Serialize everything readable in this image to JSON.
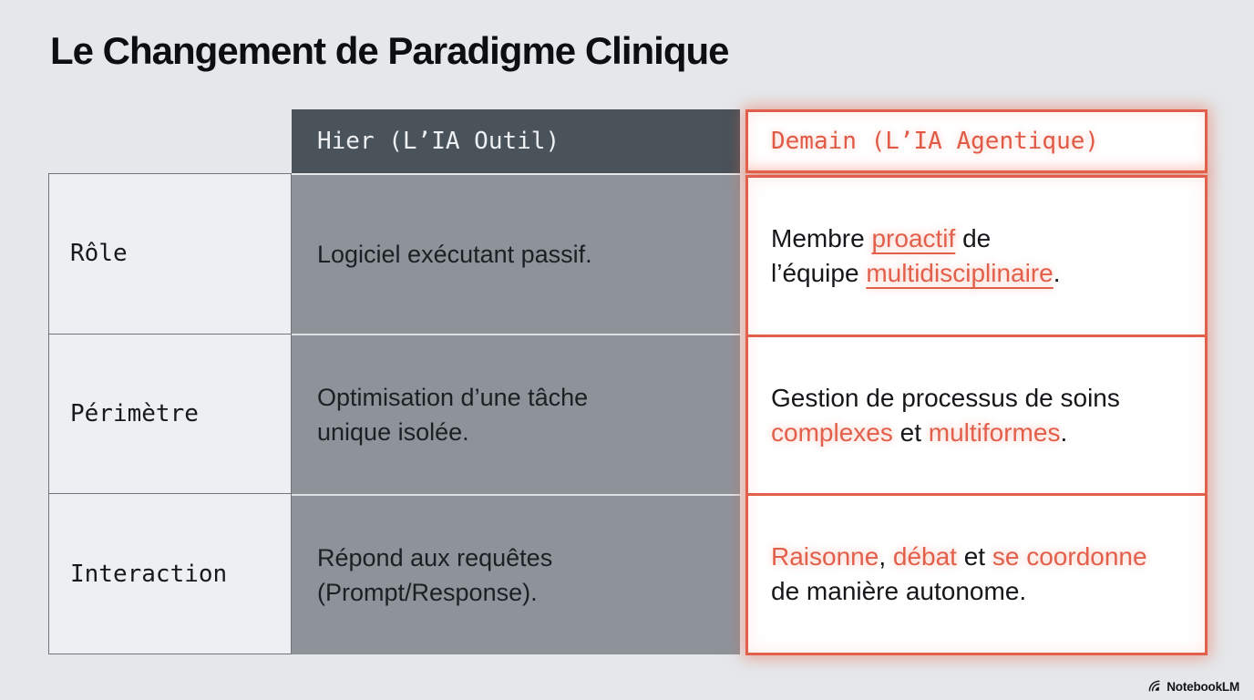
{
  "title": "Le Changement de Paradigme Clinique",
  "colors": {
    "page_bg": "#E5E8EB",
    "accent_red": "#E2604B",
    "header_dark_bg": "#4A525A",
    "middle_col_bg": "#8E939A",
    "label_col_bg": "#EDEFF2",
    "box_bg": "#FFFFFF"
  },
  "table": {
    "yesterday_header": "Hier (L’IA Outil)",
    "tomorrow_header": "Demain (L’IA Agentique)",
    "rows": [
      {
        "label": "Rôle",
        "yesterday": "Logiciel exécutant passif.",
        "tomorrow_segments": [
          {
            "text": "Membre ",
            "style": "normal"
          },
          {
            "text": "proactif",
            "style": "red_underline"
          },
          {
            "text": " de\nl’équipe ",
            "style": "normal"
          },
          {
            "text": "multidisciplinaire",
            "style": "red_underline"
          },
          {
            "text": ".",
            "style": "normal"
          }
        ]
      },
      {
        "label": "Périmètre",
        "yesterday": "Optimisation d’une tâche\nunique isolée.",
        "tomorrow_segments": [
          {
            "text": "Gestion de processus de soins\n",
            "style": "normal"
          },
          {
            "text": "complexes",
            "style": "red"
          },
          {
            "text": " et ",
            "style": "normal"
          },
          {
            "text": "multiformes",
            "style": "red"
          },
          {
            "text": ".",
            "style": "normal"
          }
        ]
      },
      {
        "label": "Interaction",
        "yesterday": "Répond aux requêtes\n(Prompt/Response).",
        "tomorrow_segments": [
          {
            "text": "Raisonne",
            "style": "red"
          },
          {
            "text": ", ",
            "style": "normal"
          },
          {
            "text": "débat",
            "style": "red"
          },
          {
            "text": " et ",
            "style": "normal"
          },
          {
            "text": "se coordonne",
            "style": "red"
          },
          {
            "text": "\nde manière autonome.",
            "style": "normal"
          }
        ]
      }
    ]
  },
  "footer": {
    "brand": "NotebookLM"
  }
}
